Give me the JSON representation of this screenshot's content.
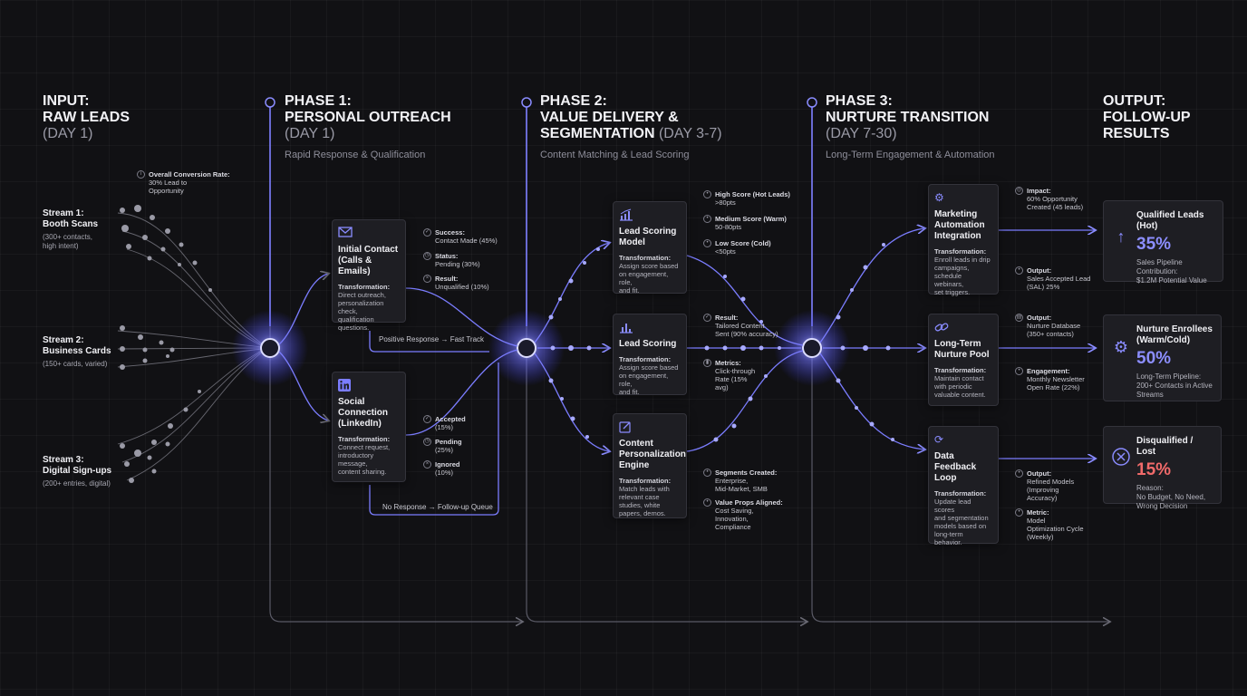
{
  "colors": {
    "accent": "#7b7dff",
    "glow": "#9a9cff",
    "percent_blue": "#8c8eff",
    "percent_red": "#f06a6a"
  },
  "headers": {
    "input": {
      "line1": "INPUT:",
      "line2": "RAW LEADS",
      "day": "(Day 1)"
    },
    "phase1": {
      "line1": "PHASE 1:",
      "line2": "PERSONAL OUTREACH",
      "day": "(Day 1)",
      "sub": "Rapid Response & Qualification"
    },
    "phase2": {
      "line1": "PHASE 2:",
      "line2": "VALUE DELIVERY &",
      "line3": "SEGMENTATION",
      "day": "(Day 3-7)",
      "sub": "Content Matching & Lead Scoring"
    },
    "phase3": {
      "line1": "PHASE 3:",
      "line2": "NURTURE TRANSITION",
      "day": "(Day 7-30)",
      "sub": "Long-Term Engagement & Automation"
    },
    "output": {
      "line1": "OUTPUT:",
      "line2": "FOLLOW-UP",
      "line3": "RESULTS"
    }
  },
  "overall": {
    "label": "Overall Conversion Rate:",
    "value": "30% Lead to",
    "value2": "Opportunity"
  },
  "streams": [
    {
      "title": "Stream 1:",
      "name": "Booth Scans",
      "desc": "(300+ contacts,",
      "desc2": "high intent)"
    },
    {
      "title": "Stream 2:",
      "name": "Business Cards",
      "desc": "(150+ cards, varied)"
    },
    {
      "title": "Stream 3:",
      "name": "Digital Sign-ups",
      "desc": "(200+ entries, digital)"
    }
  ],
  "phase1": {
    "contact": {
      "icon": "mail-icon",
      "title": "Initial Contact",
      "title2": "(Calls & Emails)",
      "tlabel": "Transformation:",
      "t1": "Direct outreach,",
      "t2": "personalization",
      "t3": "check,",
      "t4": "qualification",
      "t5": "questions."
    },
    "social": {
      "icon": "linkedin-icon",
      "title": "Social",
      "title2": "Connection",
      "title3": "(LinkedIn)",
      "tlabel": "Transformation:",
      "t1": "Connect request,",
      "t2": "introductory",
      "t3": "message,",
      "t4": "content sharing."
    },
    "notes_contact": [
      {
        "k": "Success:",
        "v": "Contact Made (45%)"
      },
      {
        "k": "Status:",
        "v": "Pending (30%)"
      },
      {
        "k": "Result:",
        "v": "Unqualified (10%)"
      }
    ],
    "notes_social": [
      {
        "k": "Accepted",
        "v": "(15%)"
      },
      {
        "k": "Pending",
        "v": "(25%)"
      },
      {
        "k": "Ignored",
        "v": "(10%)"
      }
    ],
    "fast_track": "Positive Response → Fast Track",
    "no_response": "No Response → Follow-up Queue"
  },
  "phase2": {
    "scoring_model": {
      "title": "Lead Scoring",
      "title2": "Model",
      "tlabel": "Transformation:",
      "t1": "Assign score based",
      "t2": "on engagement, role,",
      "t3": "and fit."
    },
    "scoring": {
      "title": "Lead Scoring",
      "tlabel": "Transformation:",
      "t1": "Assign score based",
      "t2": "on engagement, role,",
      "t3": "and fit."
    },
    "engine": {
      "title": "Content",
      "title2": "Personalization",
      "title3": "Engine",
      "tlabel": "Transformation:",
      "t1": "Match leads with",
      "t2": "relevant case",
      "t3": "studies, white",
      "t4": "papers, demos."
    },
    "notes_scores": [
      {
        "k": "High Score (Hot Leads)",
        "v": ">80pts"
      },
      {
        "k": "Medium Score (Warm)",
        "v": "50-80pts"
      },
      {
        "k": "Low Score (Cold)",
        "v": "<50pts"
      }
    ],
    "notes_result": [
      {
        "k": "Result:",
        "v": "Tailored Content",
        "v2": "Sent (90% accuracy)"
      },
      {
        "k": "Metrics:",
        "v": "Click-through",
        "v2": "Rate (15%",
        "v3": "avg)"
      }
    ],
    "notes_engine": [
      {
        "k": "Segments Created:",
        "v": "Enterprise,",
        "v2": "Mid-Market, SMB"
      },
      {
        "k": "Value Props Aligned:",
        "v": "Cost Saving,",
        "v2": "Innovation,",
        "v3": "Compliance"
      }
    ]
  },
  "phase3": {
    "automation": {
      "title": "Marketing",
      "title2": "Automation",
      "title3": "Integration",
      "tlabel": "Transformation:",
      "t1": "Enroll leads in drip",
      "t2": "campaigns,",
      "t3": "schedule webinars,",
      "t4": "set triggers."
    },
    "pool": {
      "title": "Long-Term",
      "title2": "Nurture Pool",
      "tlabel": "Transformation:",
      "t1": "Maintain contact",
      "t2": "with periodic",
      "t3": "valuable content."
    },
    "loop": {
      "title": "Data",
      "title2": "Feedback",
      "title3": "Loop",
      "tlabel": "Transformation:",
      "t1": "Update lead scores",
      "t2": "and segmentation",
      "t3": "models based on",
      "t4": "long-term",
      "t5": "behavior."
    },
    "notes_auto": [
      {
        "k": "Impact:",
        "v": "60% Opportunity",
        "v2": "Created (45 leads)"
      },
      {
        "k": "Output:",
        "v": "Sales Accepted Lead",
        "v2": "(SAL) 25%"
      }
    ],
    "notes_pool": [
      {
        "k": "Output:",
        "v": "Nurture Database",
        "v2": "(350+ contacts)"
      },
      {
        "k": "Engagement:",
        "v": "Monthly Newsletter",
        "v2": "Open Rate (22%)"
      }
    ],
    "notes_loop": [
      {
        "k": "Output:",
        "v": "Refined Models",
        "v2": "(Improving",
        "v3": "Accuracy)"
      },
      {
        "k": "Metric:",
        "v": "Model",
        "v2": "Optimization Cycle",
        "v3": "(Weekly)"
      }
    ]
  },
  "outputs": [
    {
      "icon": "arrow-up-icon",
      "title": "Qualified Leads",
      "title2": "(Hot)",
      "pct": "35%",
      "desc": "Sales Pipeline Contribution:",
      "desc2": "$1.2M Potential Value",
      "color": "#8c8eff"
    },
    {
      "icon": "gears-icon",
      "title": "Nurture Enrollees",
      "title2": "(Warm/Cold)",
      "pct": "50%",
      "desc": "Long-Term Pipeline:",
      "desc2": "200+ Contacts in Active",
      "desc3": "Streams",
      "color": "#8c8eff"
    },
    {
      "icon": "x-circle-icon",
      "title": "Disqualified / Lost",
      "pct": "15%",
      "desc": "Reason:",
      "desc2": "No Budget, No Need,",
      "desc3": "Wrong Decision",
      "color": "#f06a6a"
    }
  ]
}
